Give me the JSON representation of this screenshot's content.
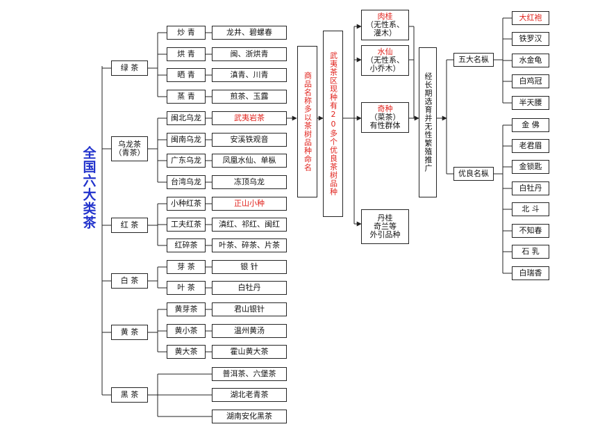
{
  "title": "全国六大类茶",
  "categories": [
    "绿 茶",
    "乌龙茶\n（青茶）",
    "红 茶",
    "白 茶",
    "黄 茶",
    "黑 茶"
  ],
  "subtypes": [
    "炒 青",
    "烘 青",
    "晒 青",
    "蒸 青",
    "闽北乌龙",
    "闽南乌龙",
    "广东乌龙",
    "台湾乌龙",
    "小种红茶",
    "工夫红茶",
    "红碎茶",
    "芽 茶",
    "叶 茶",
    "黄芽茶",
    "黄小茶",
    "黄大茶"
  ],
  "examples": [
    "龙井、碧螺春",
    "闽、浙烘青",
    "滇青、川青",
    "煎茶、玉露",
    "武夷岩茶",
    "安溪铁观音",
    "凤凰水仙、单枞",
    "冻顶乌龙",
    "正山小种",
    "滇红、祁红、闽红",
    "叶茶、碎茶、片茶",
    "银 针",
    "白牡丹",
    "君山银针",
    "温州黄汤",
    "霍山黄大茶",
    "普洱茶、六堡茶",
    "湖北老青茶",
    "湖南安化黑茶"
  ],
  "naming_note": "商品名称多以茶树品种命名",
  "wuyi_note": "武夷茶区现种有20多个优良茶树品种",
  "varieties": [
    "肉桂\n（无性系、\n灌木）",
    "水仙\n（无性系、\n小乔木）",
    "奇种\n（菜茶）\n有性群体",
    "丹桂\n奇兰等\n外引品种"
  ],
  "process_note": "经长期选育并无性繁殖推广",
  "groups": [
    "五大名枞",
    "优良名枞"
  ],
  "famous_five": [
    "大红袍",
    "铁罗汉",
    "水金龟",
    "白鸡冠",
    "半天腰"
  ],
  "fine_cultivars": [
    "金 佛",
    "老君眉",
    "金锁匙",
    "白牡丹",
    "北 斗",
    "不知春",
    "石 乳",
    "白瑞香"
  ],
  "colors": {
    "highlight": "#e0201a",
    "title": "#2233cc",
    "line": "#222222"
  }
}
